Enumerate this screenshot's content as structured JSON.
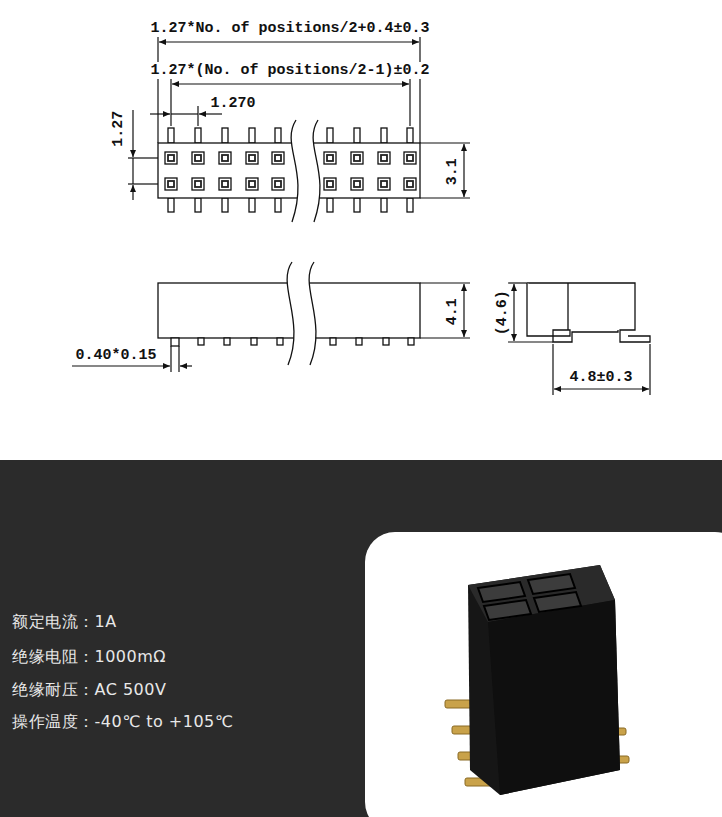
{
  "diagram": {
    "labels": [
      "1.27*No. of positions/2+0.4±0.3",
      "1.27*(No. of positions/2-1)±0.2",
      "1.270",
      "1.27",
      "3.1",
      "4.1",
      "(4.6)",
      "0.40*0.15",
      "4.8±0.3",
      "额定电流：1A",
      "绝缘电阻：1000mΩ",
      "绝缘耐压：AC 500V",
      "操作温度：-40℃ to +105℃"
    ]
  }
}
